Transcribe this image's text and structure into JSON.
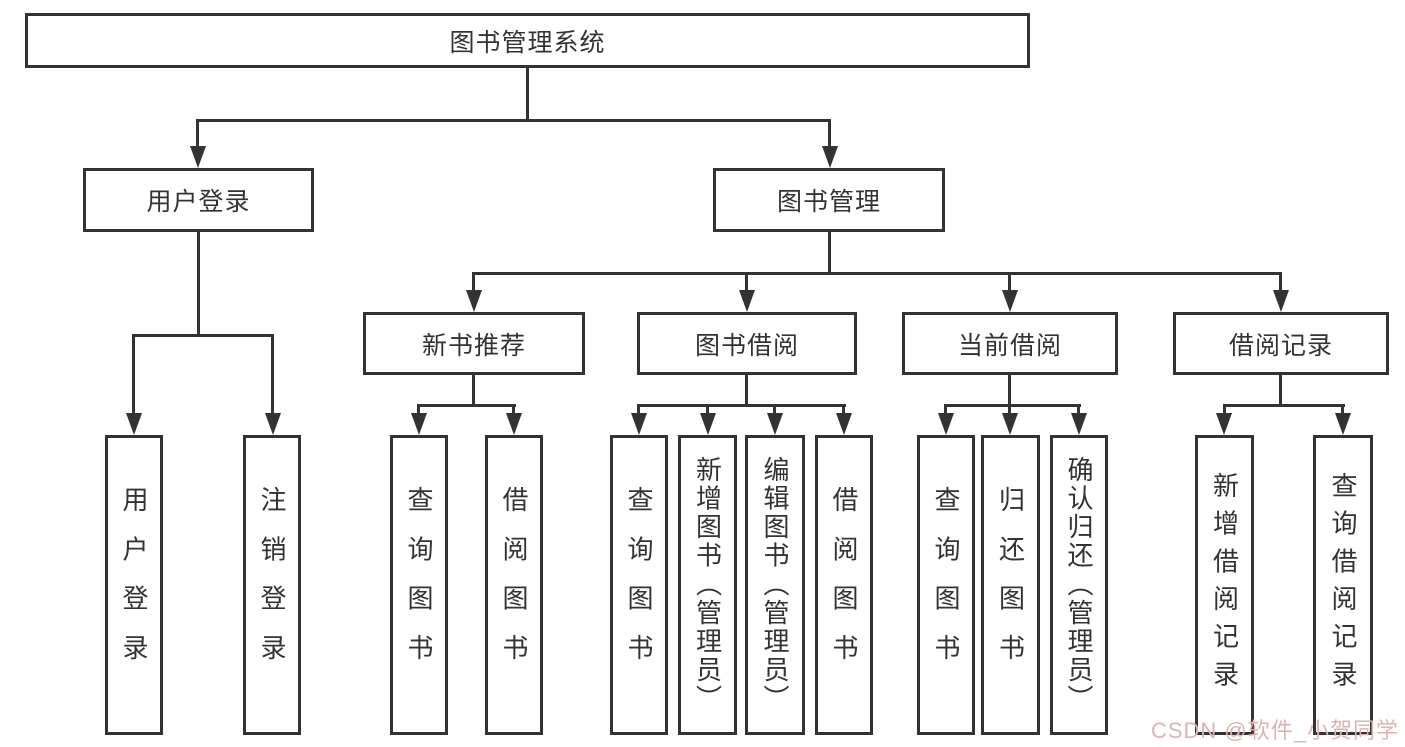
{
  "diagram": {
    "title_node": {
      "label": "图书管理系统"
    },
    "level2": [
      {
        "id": "user-login",
        "label": "用户登录"
      },
      {
        "id": "book-management",
        "label": "图书管理"
      }
    ],
    "level3": [
      {
        "id": "new-book-recommend",
        "label": "新书推荐"
      },
      {
        "id": "book-borrow",
        "label": "图书借阅"
      },
      {
        "id": "current-borrow",
        "label": "当前借阅"
      },
      {
        "id": "borrow-records",
        "label": "借阅记录"
      }
    ],
    "leaves": {
      "user_login": [
        "用户登录",
        "注销登录"
      ],
      "new_book_recommend": [
        "查询图书",
        "借阅图书"
      ],
      "book_borrow": [
        "查询图书",
        "新增图书（管理员）",
        "编辑图书（管理员）",
        "借阅图书"
      ],
      "current_borrow": [
        "查询图书",
        "归还图书",
        "确认归还（管理员）"
      ],
      "borrow_records": [
        "新增借阅记录",
        "查询借阅记录"
      ]
    }
  },
  "watermark": {
    "text": "CSDN @软件_小贺同学",
    "color": "#deb3af"
  },
  "colors": {
    "line": "#333333",
    "text": "#333333",
    "background": "#ffffff"
  }
}
